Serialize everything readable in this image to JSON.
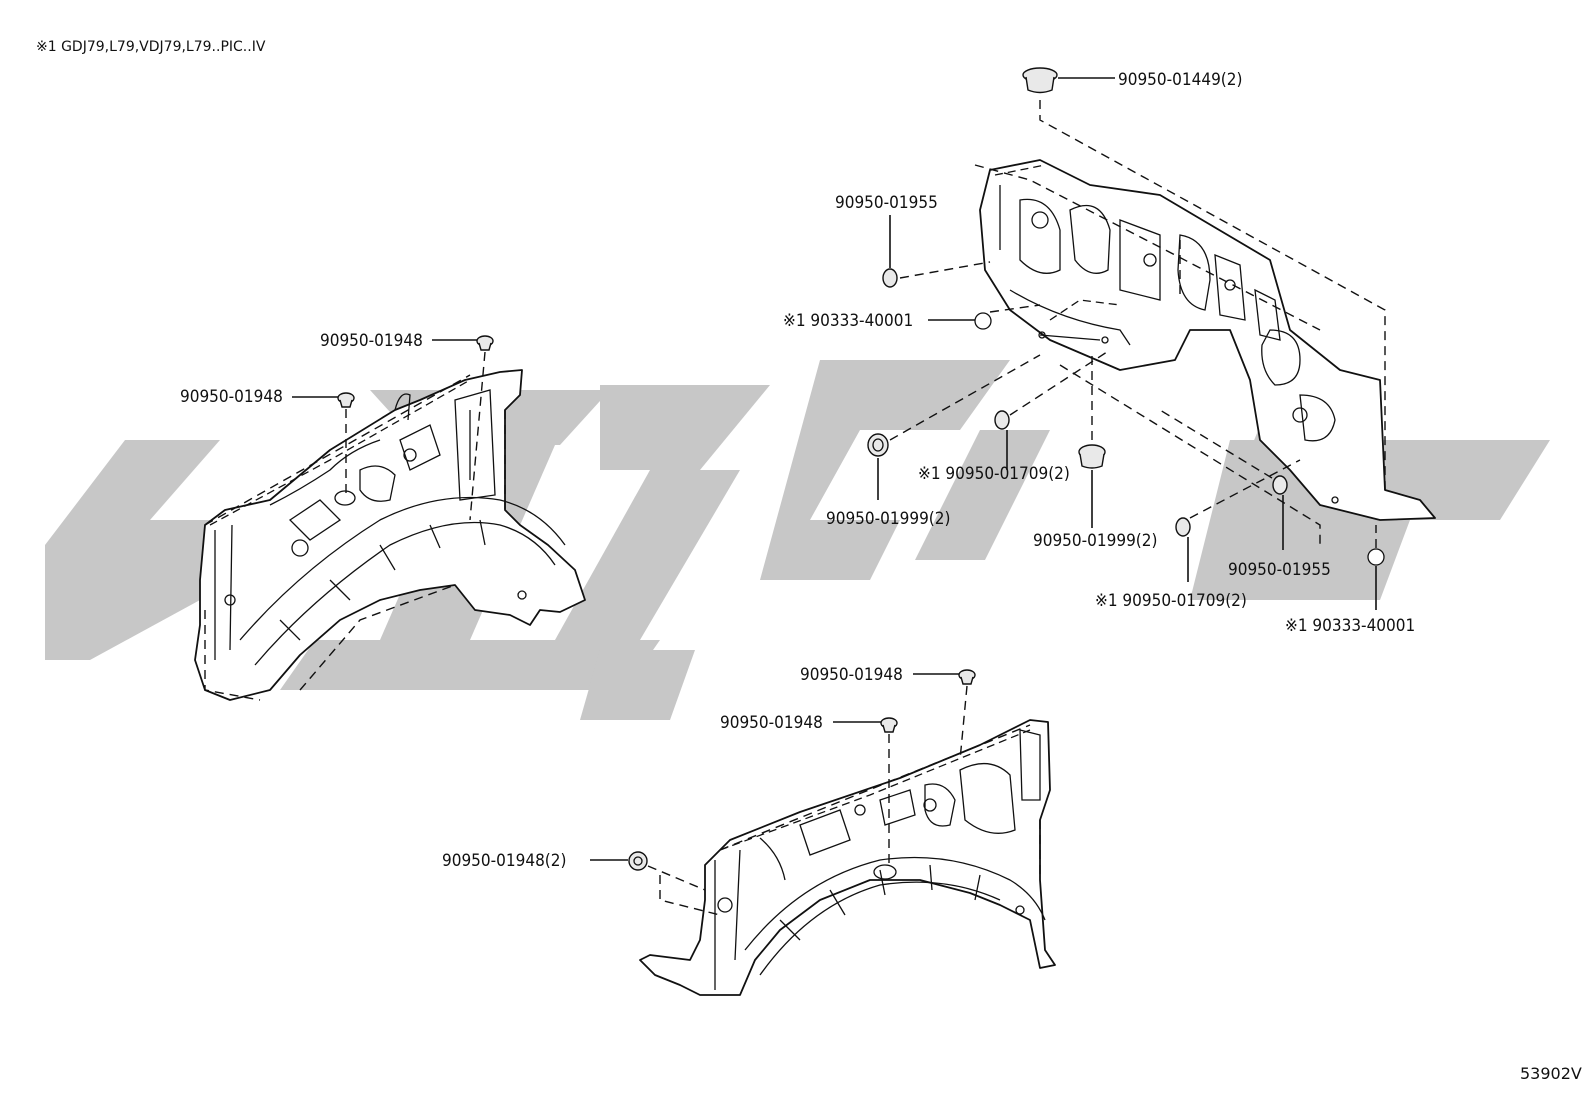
{
  "header": {
    "note": "※1 GDJ79,L79,VDJ79,L79..PIC..IV"
  },
  "figure_code": "53902V",
  "callouts": {
    "top_grommet": "90950-01449(2)",
    "clip_upper_left": "90950-01955",
    "plug_upper": "※1 90333-40001",
    "left_clip_a": "90950-01948",
    "left_clip_b": "90950-01948",
    "grommet_1999_left": "90950-01999(2)",
    "clip_1709_mid": "※1 90950-01709(2)",
    "grommet_1999_mid": "90950-01999(2)",
    "clip_1955_right": "90950-01955",
    "clip_1709_lower": "※1 90950-01709(2)",
    "plug_lower": "※1 90333-40001",
    "bottom_clip_a": "90950-01948",
    "bottom_clip_b": "90950-01948",
    "bottom_clip_c": "90950-01948(2)"
  },
  "watermark": {
    "color": "#c7c7c7"
  },
  "colors": {
    "line": "#111111",
    "background": "#ffffff"
  }
}
